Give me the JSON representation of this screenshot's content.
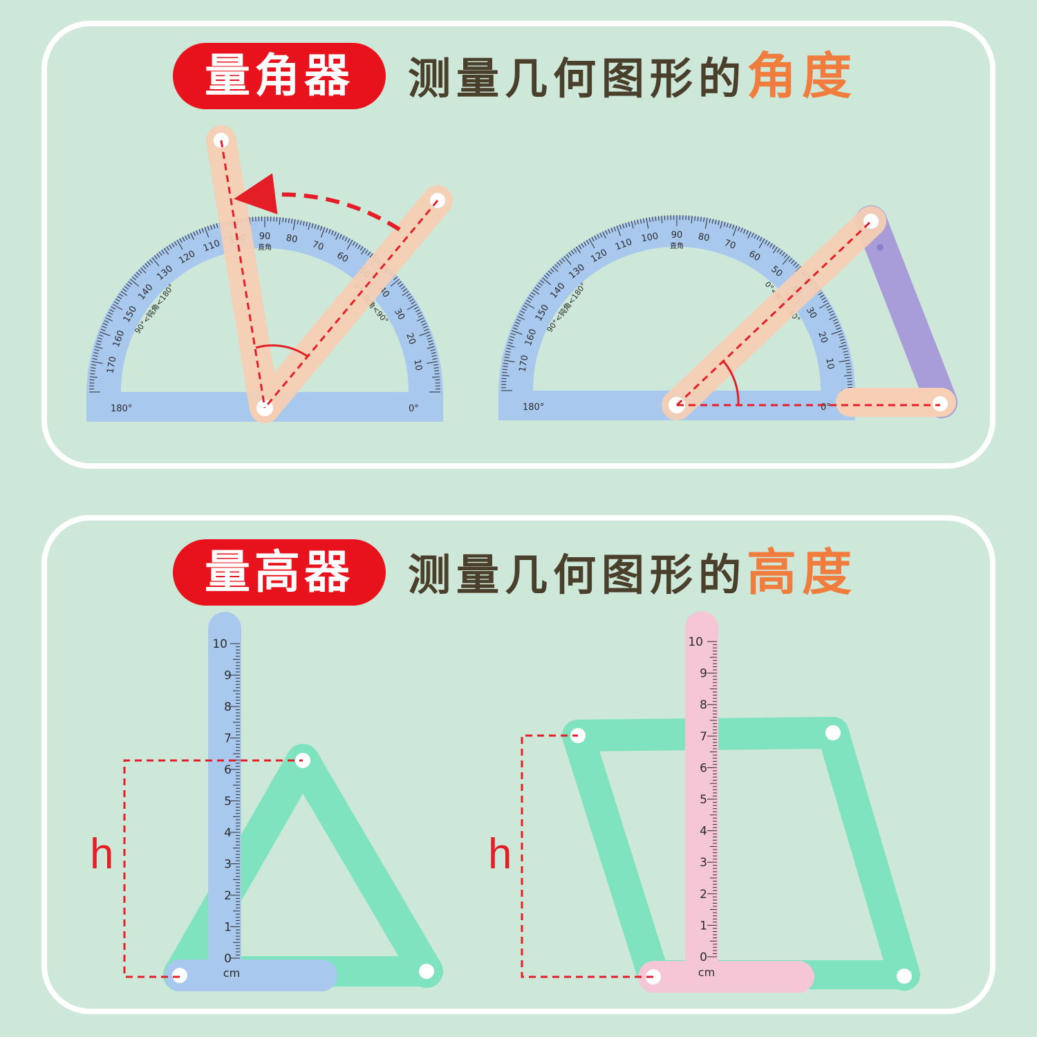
{
  "top_section": {
    "badge": "量角器",
    "headline_prefix": "测量几何图形的",
    "headline_accent": "角度",
    "protractor": {
      "major_labels": [
        "10",
        "20",
        "30",
        "40",
        "50",
        "60",
        "70",
        "80",
        "90",
        "100",
        "110",
        "120",
        "130",
        "140",
        "150",
        "160",
        "170"
      ],
      "left_end": "180°",
      "right_end": "0°",
      "right_angle_label": "直角",
      "obtuse_label": "90°<钝角<180°",
      "acute_label": "0°<锐角<90°"
    }
  },
  "bottom_section": {
    "badge": "量高器",
    "headline_prefix": "测量几何图形的",
    "headline_accent": "高度",
    "ruler": {
      "labels": [
        "0",
        "1",
        "2",
        "3",
        "4",
        "5",
        "6",
        "7",
        "8",
        "9",
        "10"
      ],
      "unit": "cm"
    },
    "height_symbol": "h"
  },
  "colors": {
    "background": "#cde7d9",
    "badge_red": "#e8121c",
    "accent_orange": "#f07c3e",
    "protractor_blue": "#a9c8ee",
    "peach_arm": "#f7cfb4",
    "purple_arm": "#a99dd9",
    "mint_arm": "#7fe3c0",
    "pink_ruler": "#f4c6d6",
    "dashed_red": "#e41e26"
  }
}
